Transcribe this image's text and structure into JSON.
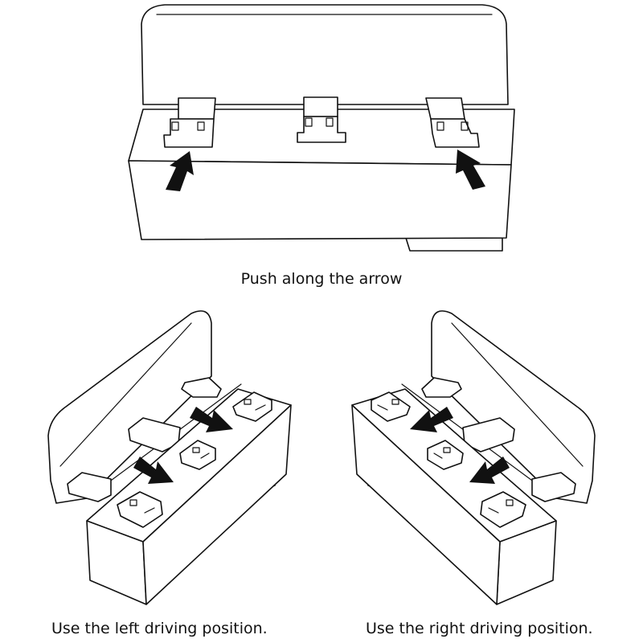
{
  "captions": {
    "top": "Push along the arrow",
    "left": "Use the left driving position.",
    "right": "Use the right driving position."
  },
  "panels": {
    "top": {
      "arrow_direction": "up"
    },
    "left": {
      "arrow_direction": "down-right"
    },
    "right": {
      "arrow_direction": "down-left"
    }
  },
  "colors": {
    "line": "#111111",
    "background": "#ffffff",
    "arrow": "#111111"
  }
}
